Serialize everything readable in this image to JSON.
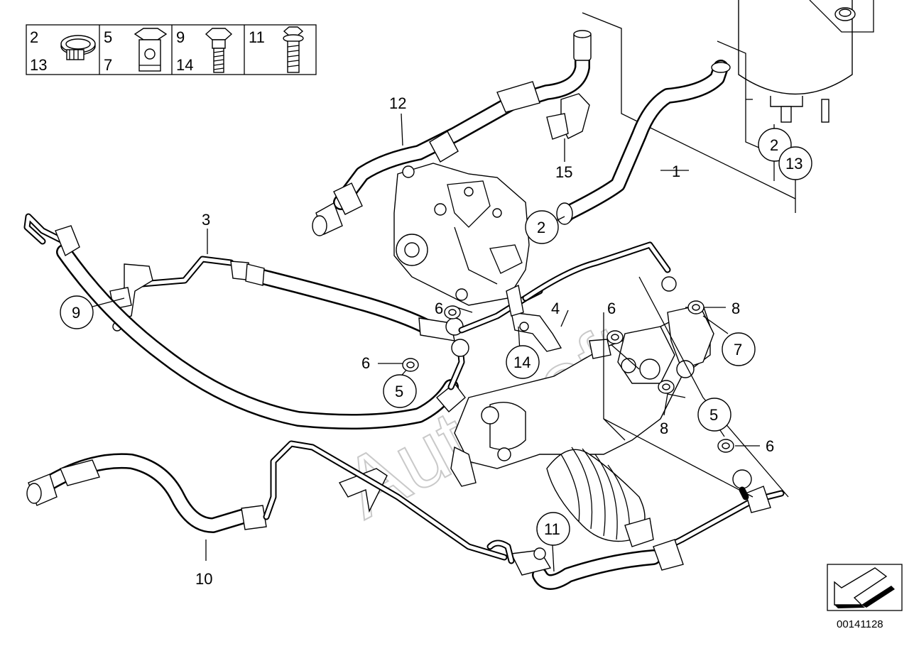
{
  "legend": {
    "cells": [
      {
        "top": "2",
        "bottom": "13",
        "icon": "hose-clamp-icon"
      },
      {
        "top": "5",
        "bottom": "7",
        "icon": "banjo-bolt-icon"
      },
      {
        "top": "9",
        "bottom": "14",
        "icon": "hex-bolt-icon"
      },
      {
        "top": "11",
        "bottom": "",
        "icon": "flange-bolt-icon"
      }
    ]
  },
  "callouts": {
    "c1": "1",
    "c2a": "2",
    "c2b": "2",
    "c3": "3",
    "c4": "4",
    "c5a": "5",
    "c5b": "5",
    "c6a": "6",
    "c6b": "6",
    "c6c": "6",
    "c6d": "6",
    "c7": "7",
    "c8a": "8",
    "c8b": "8",
    "c9": "9",
    "c10": "10",
    "c11": "11",
    "c12": "12",
    "c13": "13",
    "c14": "14",
    "c15": "15"
  },
  "watermark": "Autosoft",
  "part_number": "00141128"
}
